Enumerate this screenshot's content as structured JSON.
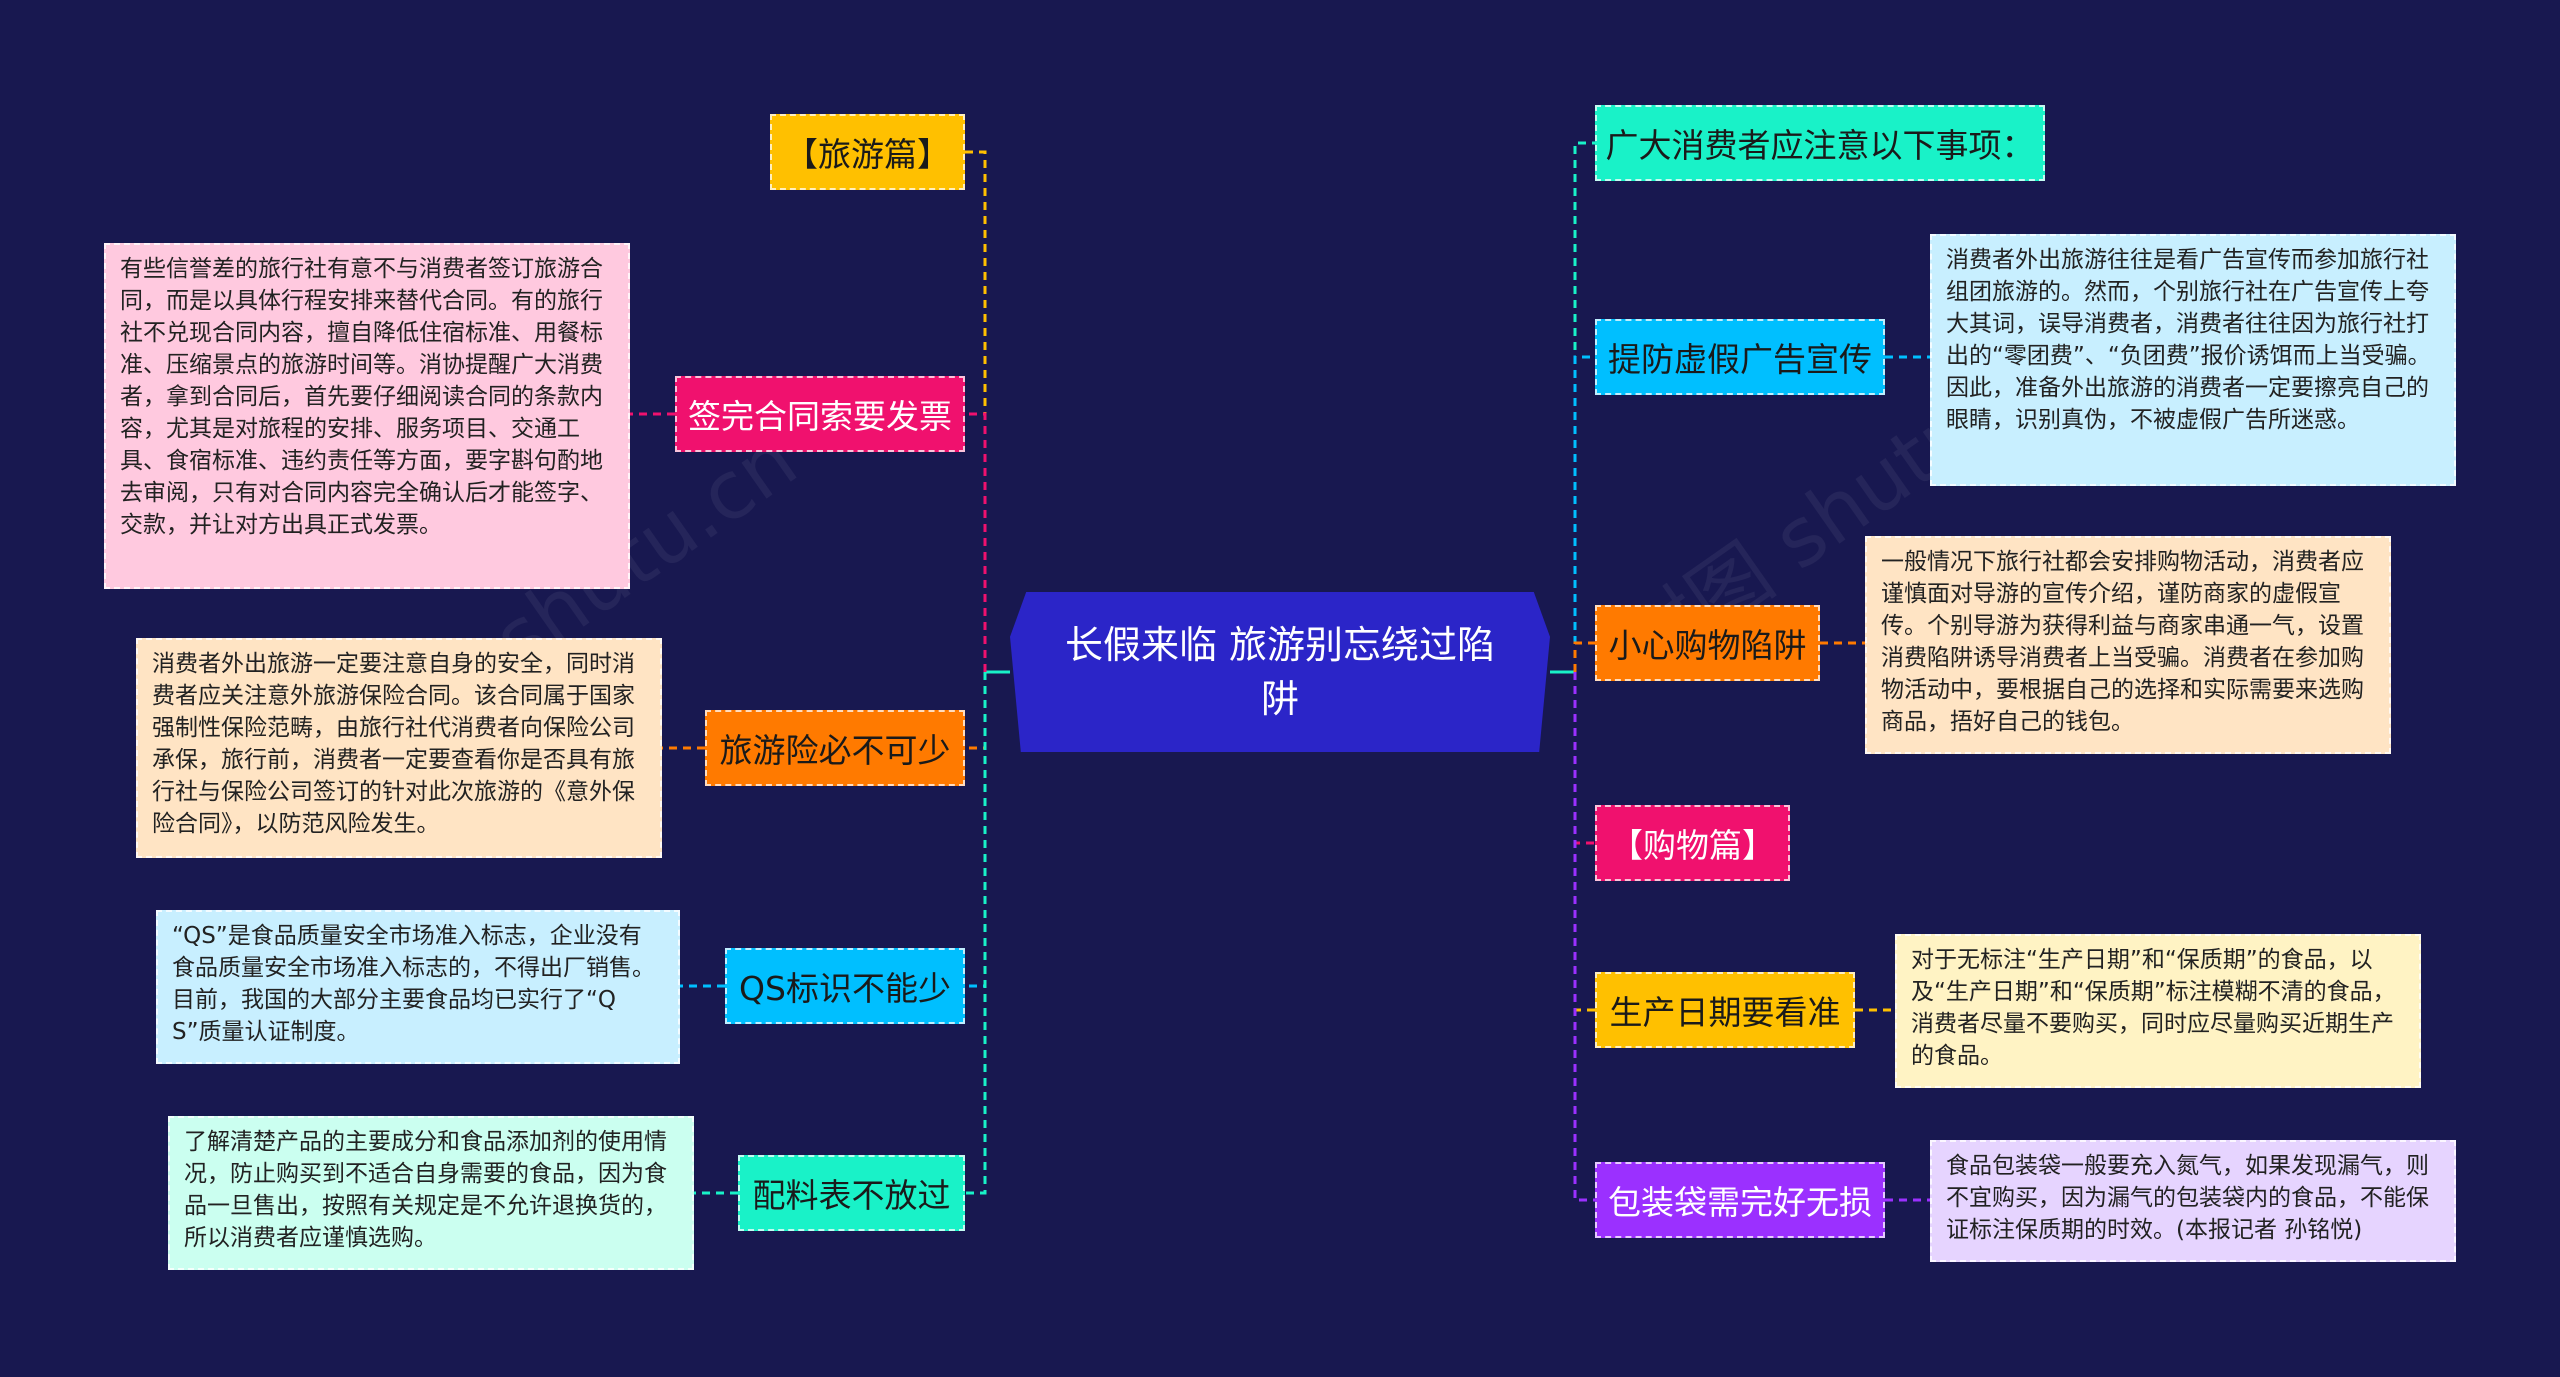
{
  "root": {
    "title": "长假来临 旅游别忘绕过陷阱"
  },
  "watermark": "树图 shutu.cn",
  "left_branches": {
    "travel_header": {
      "label": "【旅游篇】",
      "color": "#ffc000"
    },
    "contract": {
      "label": "签完合同索要发票",
      "color": "#f0116e",
      "note": "有些信誉差的旅行社有意不与消费者签订旅游合同，而是以具体行程安排来替代合同。有的旅行社不兑现合同内容，擅自降低住宿标准、用餐标准、压缩景点的旅游时间等。消协提醒广大消费者，拿到合同后，首先要仔细阅读合同的条款内容，尤其是对旅程的安排、服务项目、交通工具、食宿标准、违约责任等方面，要字斟句酌地去审阅，只有对合同内容完全确认后才能签字、交款，并让对方出具正式发票。",
      "note_color": "#ffc9df"
    },
    "insurance": {
      "label": "旅游险必不可少",
      "color": "#ff7a00",
      "note": "消费者外出旅游一定要注意自身的安全，同时消费者应关注意外旅游保险合同。该合同属于国家强制性保险范畴，由旅行社代消费者向保险公司承保，旅行前，消费者一定要查看你是否具有旅行社与保险公司签订的针对此次旅游的《意外保险合同》，以防范风险发生。",
      "note_color": "#ffe4c4"
    },
    "qs": {
      "label": "QS标识不能少",
      "color": "#00bfff",
      "note": "“QS”是食品质量安全市场准入标志，企业没有食品质量安全市场准入标志的，不得出厂销售。目前，我国的大部分主要食品均已实行了“QS”质量认证制度。",
      "note_color": "#c8efff"
    },
    "ingredients": {
      "label": "配料表不放过",
      "color": "#19f2c8",
      "note": "了解清楚产品的主要成分和食品添加剂的使用情况，防止购买到不适合自身需要的食品，因为食品一旦售出，按照有关规定是不允许退换货的，所以消费者应谨慎选购。",
      "note_color": "#cbfff0"
    }
  },
  "right_branches": {
    "intro": {
      "label": "广大消费者应注意以下事项：",
      "color": "#19f2c8"
    },
    "fake_ads": {
      "label": "提防虚假广告宣传",
      "color": "#00bfff",
      "note": "消费者外出旅游往往是看广告宣传而参加旅行社组团旅游的。然而，个别旅行社在广告宣传上夸大其词，误导消费者，消费者往往因为旅行社打出的“零团费”、“负团费”报价诱饵而上当受骗。因此，准备外出旅游的消费者一定要擦亮自己的眼睛，识别真伪，不被虚假广告所迷惑。",
      "note_color": "#c8efff"
    },
    "shopping_trap": {
      "label": "小心购物陷阱",
      "color": "#ff7a00",
      "note": "一般情况下旅行社都会安排购物活动，消费者应谨慎面对导游的宣传介绍，谨防商家的虚假宣传。个别导游为获得利益与商家串通一气，设置消费陷阱诱导消费者上当受骗。消费者在参加购物活动中，要根据自己的选择和实际需要来选购商品，捂好自己的钱包。",
      "note_color": "#ffe4c4"
    },
    "shopping_header": {
      "label": "【购物篇】",
      "color": "#f0116e"
    },
    "prod_date": {
      "label": "生产日期要看准",
      "color": "#ffc000",
      "note": "对于无标注“生产日期”和“保质期”的食品，以及“生产日期”和“保质期”标注模糊不清的食品，消费者尽量不要购买，同时应尽量购买近期生产的食品。",
      "note_color": "#fff3c4"
    },
    "packaging": {
      "label": "包装袋需完好无损",
      "color": "#9b30ff",
      "note": "食品包装袋一般要充入氮气，如果发现漏气，则不宜购买，因为漏气的包装袋内的食品，不能保证标注保质期的时效。(本报记者 孙铭悦)",
      "note_color": "#e6d4ff"
    }
  }
}
